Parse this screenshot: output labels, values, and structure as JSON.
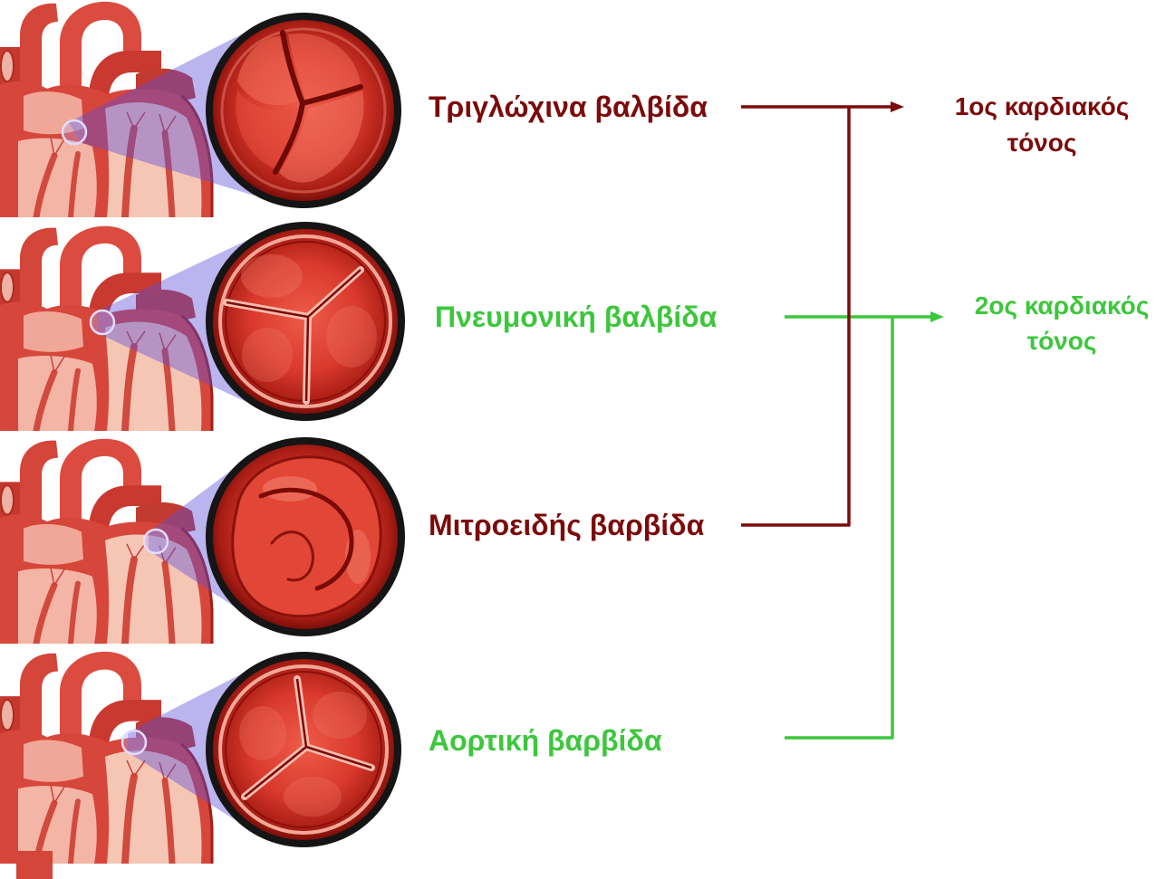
{
  "valves": [
    {
      "label": "Τριγλώχινα βαλβίδα",
      "color": "#7c0a0a"
    },
    {
      "label": "Πνευμονική βαλβίδα",
      "color": "#3cc73c"
    },
    {
      "label": "Μιτροειδής βαρβίδα",
      "color": "#7c0a0a"
    },
    {
      "label": "Αορτική βαρβίδα",
      "color": "#3cc73c"
    }
  ],
  "heart_sounds": [
    {
      "line1": "1ος καρδιακός",
      "line2": "τόνος",
      "color": "#7c0a0a"
    },
    {
      "line1": "2ος καρδιακός",
      "line2": "τόνος",
      "color": "#3cc73c"
    }
  ],
  "colors": {
    "first_sound": "#7c0a0a",
    "second_sound": "#3cc73c",
    "magnifier_lens": "#5b4fd6"
  }
}
